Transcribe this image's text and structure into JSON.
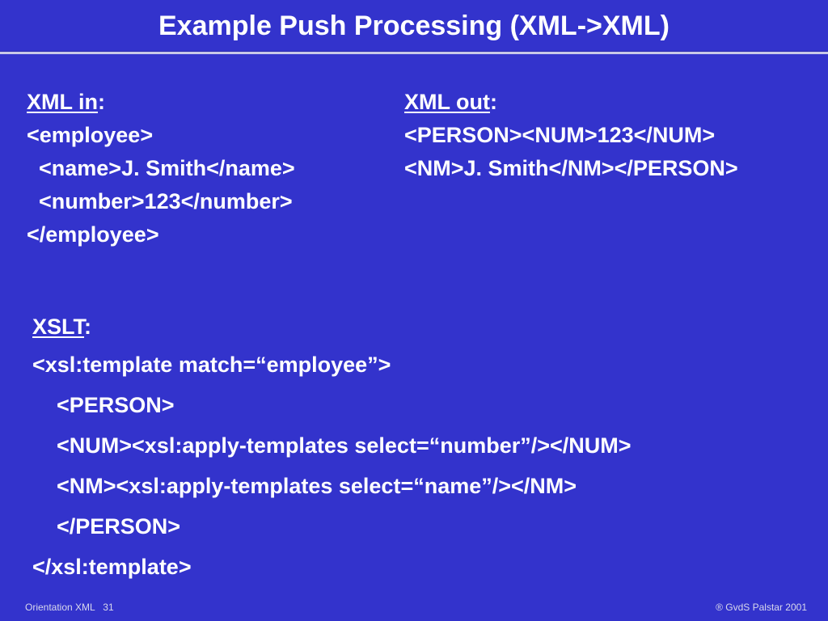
{
  "slide": {
    "title": "Example Push Processing (XML->XML)",
    "background_color": "#3333CC",
    "text_color": "#FFFFFF",
    "rule_color": "#C8C8E8"
  },
  "xml_in": {
    "heading_underlined": "XML in",
    "heading_suffix": ":",
    "lines": [
      "<employee>",
      "  <name>J. Smith</name>",
      "  <number>123</number>",
      "</employee>"
    ]
  },
  "xml_out": {
    "heading_underlined": "XML out",
    "heading_suffix": ":",
    "lines": [
      "<PERSON><NUM>123</NUM>",
      "<NM>J. Smith</NM></PERSON>"
    ]
  },
  "xslt": {
    "heading_underlined": "XSLT",
    "heading_suffix": ":",
    "lines": [
      "<xsl:template match=“employee”>",
      "    <PERSON>",
      "    <NUM><xsl:apply-templates select=“number”/></NUM>",
      "    <NM><xsl:apply-templates select=“name”/></NM>",
      "    </PERSON>",
      "</xsl:template>"
    ]
  },
  "footer": {
    "left": "Orientation XML   31",
    "right": "® GvdS Palstar 2001"
  }
}
